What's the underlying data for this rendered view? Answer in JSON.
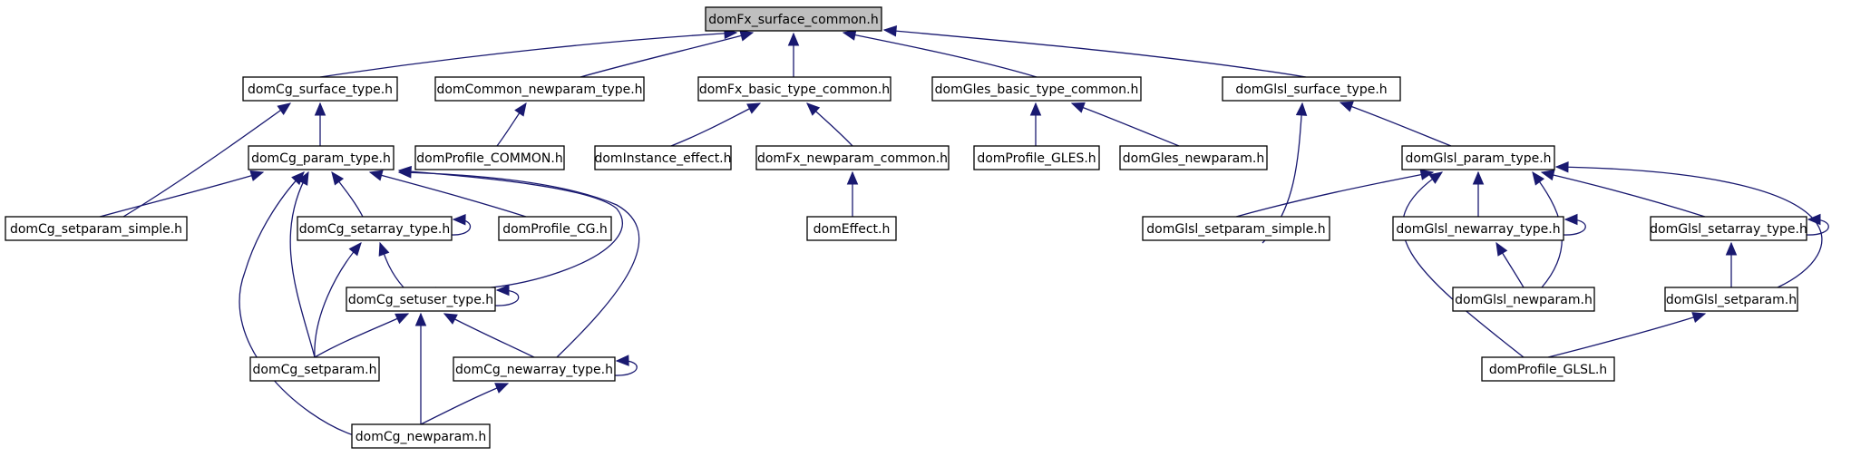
{
  "nodes": {
    "fx_surface_common": "domFx_surface_common.h",
    "cg_surface_type": "domCg_surface_type.h",
    "common_newparam_type": "domCommon_newparam_type.h",
    "fx_basic_type_common": "domFx_basic_type_common.h",
    "gles_basic_type_common": "domGles_basic_type_common.h",
    "glsl_surface_type": "domGlsl_surface_type.h",
    "profile_common": "domProfile_COMMON.h",
    "cg_param_type": "domCg_param_type.h",
    "instance_effect": "domInstance_effect.h",
    "fx_newparam_common": "domFx_newparam_common.h",
    "profile_gles": "domProfile_GLES.h",
    "gles_newparam": "domGles_newparam.h",
    "glsl_param_type": "domGlsl_param_type.h",
    "cg_setparam_simple": "domCg_setparam_simple.h",
    "cg_setarray_type": "domCg_setarray_type.h",
    "profile_cg": "domProfile_CG.h",
    "effect": "domEffect.h",
    "glsl_setparam_simple": "domGlsl_setparam_simple.h",
    "glsl_newarray_type": "domGlsl_newarray_type.h",
    "glsl_setarray_type": "domGlsl_setarray_type.h",
    "cg_setuser_type": "domCg_setuser_type.h",
    "glsl_newparam": "domGlsl_newparam.h",
    "glsl_setparam": "domGlsl_setparam.h",
    "cg_setparam": "domCg_setparam.h",
    "cg_newarray_type": "domCg_newarray_type.h",
    "profile_glsl": "domProfile_GLSL.h",
    "cg_newparam": "domCg_newparam.h"
  },
  "edges": [
    {
      "from": "cg_surface_type",
      "to": "fx_surface_common"
    },
    {
      "from": "common_newparam_type",
      "to": "fx_surface_common"
    },
    {
      "from": "fx_basic_type_common",
      "to": "fx_surface_common"
    },
    {
      "from": "gles_basic_type_common",
      "to": "fx_surface_common"
    },
    {
      "from": "glsl_surface_type",
      "to": "fx_surface_common"
    },
    {
      "from": "cg_param_type",
      "to": "cg_surface_type"
    },
    {
      "from": "cg_setparam_simple",
      "to": "cg_surface_type"
    },
    {
      "from": "profile_common",
      "to": "common_newparam_type"
    },
    {
      "from": "instance_effect",
      "to": "fx_basic_type_common"
    },
    {
      "from": "fx_newparam_common",
      "to": "fx_basic_type_common"
    },
    {
      "from": "effect",
      "to": "fx_newparam_common"
    },
    {
      "from": "profile_gles",
      "to": "gles_basic_type_common"
    },
    {
      "from": "gles_newparam",
      "to": "gles_basic_type_common"
    },
    {
      "from": "glsl_param_type",
      "to": "glsl_surface_type"
    },
    {
      "from": "glsl_setparam_simple",
      "to": "glsl_surface_type"
    },
    {
      "from": "cg_setparam_simple",
      "to": "cg_param_type"
    },
    {
      "from": "cg_setarray_type",
      "to": "cg_param_type"
    },
    {
      "from": "profile_cg",
      "to": "cg_param_type"
    },
    {
      "from": "cg_setuser_type",
      "to": "cg_param_type"
    },
    {
      "from": "cg_setparam",
      "to": "cg_param_type"
    },
    {
      "from": "cg_newarray_type",
      "to": "cg_param_type"
    },
    {
      "from": "cg_newparam",
      "to": "cg_param_type"
    },
    {
      "from": "cg_setarray_type",
      "to": "cg_setarray_type"
    },
    {
      "from": "cg_setuser_type",
      "to": "cg_setarray_type"
    },
    {
      "from": "cg_setparam",
      "to": "cg_setarray_type"
    },
    {
      "from": "cg_setuser_type",
      "to": "cg_setuser_type"
    },
    {
      "from": "cg_setparam",
      "to": "cg_setuser_type"
    },
    {
      "from": "cg_newarray_type",
      "to": "cg_setuser_type"
    },
    {
      "from": "cg_newparam",
      "to": "cg_setuser_type"
    },
    {
      "from": "cg_newarray_type",
      "to": "cg_newarray_type"
    },
    {
      "from": "cg_newparam",
      "to": "cg_newarray_type"
    },
    {
      "from": "glsl_setparam_simple",
      "to": "glsl_param_type"
    },
    {
      "from": "glsl_newarray_type",
      "to": "glsl_param_type"
    },
    {
      "from": "glsl_setarray_type",
      "to": "glsl_param_type"
    },
    {
      "from": "glsl_newparam",
      "to": "glsl_param_type"
    },
    {
      "from": "glsl_setparam",
      "to": "glsl_param_type"
    },
    {
      "from": "profile_glsl",
      "to": "glsl_param_type"
    },
    {
      "from": "glsl_newarray_type",
      "to": "glsl_newarray_type"
    },
    {
      "from": "glsl_newparam",
      "to": "glsl_newarray_type"
    },
    {
      "from": "glsl_setarray_type",
      "to": "glsl_setarray_type"
    },
    {
      "from": "glsl_setparam",
      "to": "glsl_setarray_type"
    },
    {
      "from": "profile_glsl",
      "to": "glsl_setparam"
    }
  ],
  "colors": {
    "edge": "#191970",
    "root_fill": "#bfbfbf",
    "node_fill": "#ffffff",
    "node_border": "#000000"
  }
}
